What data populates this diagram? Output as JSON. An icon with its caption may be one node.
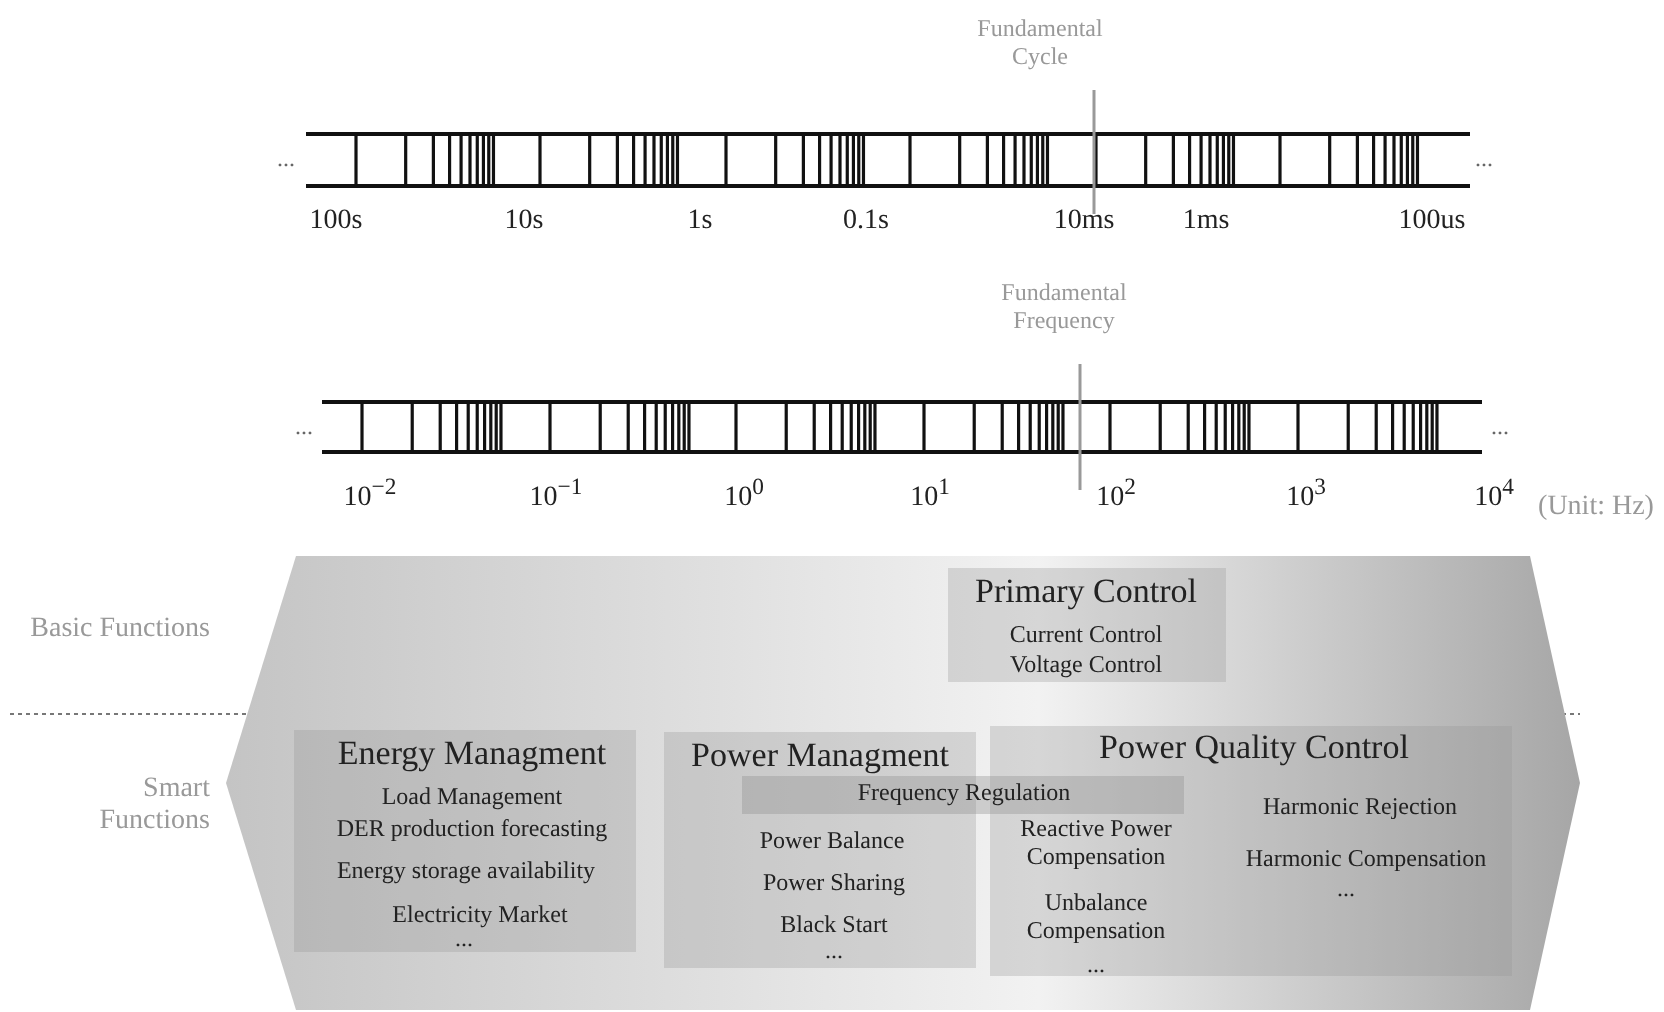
{
  "diagram": {
    "nodes": [
      {
        "text": [],
        "shape": "band"
      },
      {
        "text": [
          "Primary Control",
          "Current Control",
          "Voltage Control"
        ],
        "in": 0
      },
      {
        "text": [
          "Energy Managment",
          "Load Management",
          "DER production forecasting",
          "Energy storage availability",
          "Electricity Market",
          "..."
        ],
        "in": 0
      },
      {
        "text": [
          "Power Managment",
          "Power Balance",
          "Power Sharing",
          "Black Start",
          "..."
        ],
        "in": 0
      },
      {
        "text": [
          "Power Quality Control",
          "Reactive Power Compensation",
          "Unbalance Compensation",
          "...",
          "Harmonic Rejection",
          "Harmonic Compensation",
          "..."
        ],
        "in": 0
      },
      {
        "text": [
          "Frequency Regulation"
        ],
        "in": 0
      }
    ],
    "edges": [],
    "labels": [
      "Fundamental Cycle",
      "...",
      "...",
      "100s",
      "10s",
      "1s",
      "0.1s",
      "10ms",
      "1ms",
      "100us",
      "Fundamental Frequency",
      "...",
      "...",
      "10$^{−2}$",
      "10$^{−1}$",
      "10$^{0}$",
      "10$^{1}$",
      "10$^{2}$",
      "10$^{3}$",
      "10$^{4}$",
      "(Unit: Hz)",
      "Basic Functions",
      "Smart Functions"
    ]
  }
}
